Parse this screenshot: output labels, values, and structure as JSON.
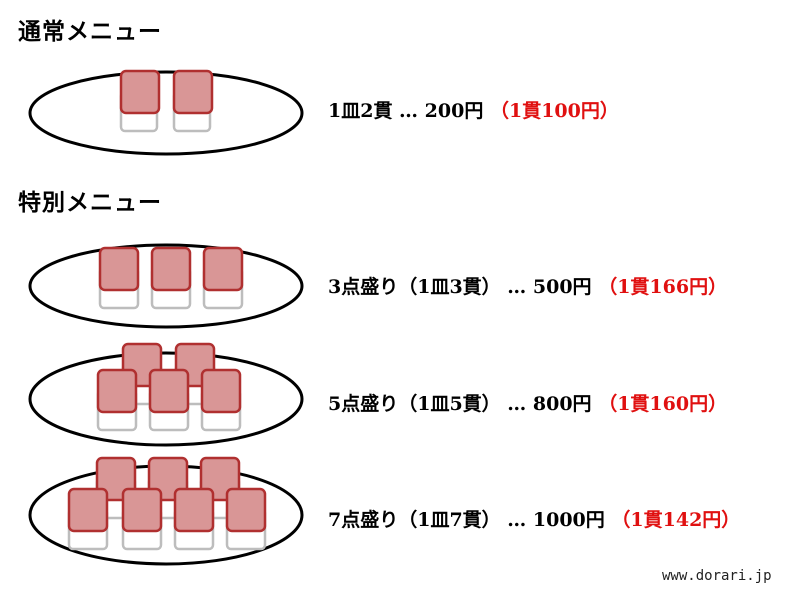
{
  "sections": {
    "regular_heading": "通常メニュー",
    "special_heading": "特別メニュー"
  },
  "items": [
    {
      "id": "regular",
      "pieces": 2,
      "desc": "1皿2貫 … 200円",
      "per": "（1貫100円）"
    },
    {
      "id": "three",
      "pieces": 3,
      "desc": "3点盛り（1皿3貫） … 500円",
      "per": "（1貫166円）"
    },
    {
      "id": "five",
      "pieces": 5,
      "desc": "5点盛り（1皿5貫） … 800円",
      "per": "（1貫160円）"
    },
    {
      "id": "seven",
      "pieces": 7,
      "desc": "7点盛り（1皿7貫） … 1000円",
      "per": "（1貫142円）"
    }
  ],
  "credit": "www.dorari.jp",
  "colors": {
    "topping": "#d99696",
    "topping_stroke": "#b03030",
    "rice_stroke": "#bdbdbd",
    "accent": "#e01010"
  }
}
